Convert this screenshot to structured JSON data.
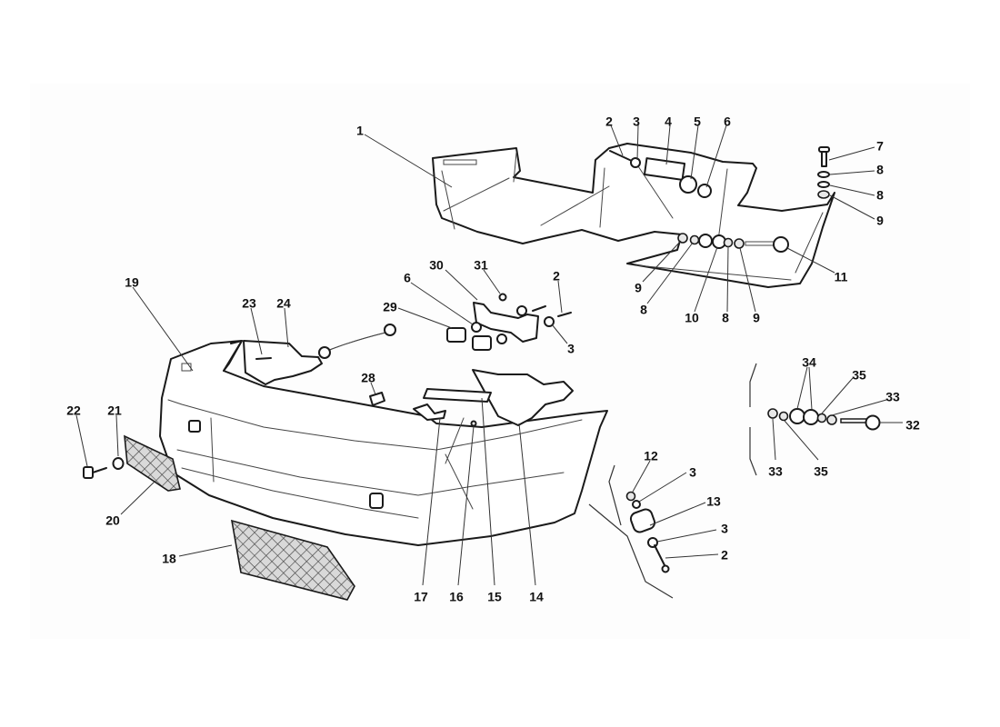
{
  "diagram": {
    "type": "exploded-parts-diagram",
    "subject": "Front bumper assembly",
    "colors": {
      "line": "#1a1a1a",
      "background": "#ffffff",
      "panel": "#fdfdfd",
      "mesh": "#555555"
    },
    "callouts": [
      {
        "id": "c1",
        "label": "1",
        "part": "undertray-panel"
      },
      {
        "id": "c2a",
        "label": "2",
        "part": "bolt"
      },
      {
        "id": "c3a",
        "label": "3",
        "part": "washer"
      },
      {
        "id": "c4",
        "label": "4",
        "part": "reinforcement-plate"
      },
      {
        "id": "c5",
        "label": "5",
        "part": "rubber-buffer"
      },
      {
        "id": "c6a",
        "label": "6",
        "part": "clip"
      },
      {
        "id": "c7",
        "label": "7",
        "part": "bolt"
      },
      {
        "id": "c8a",
        "label": "8",
        "part": "washer"
      },
      {
        "id": "c8b",
        "label": "8",
        "part": "washer"
      },
      {
        "id": "c9a",
        "label": "9",
        "part": "nut"
      },
      {
        "id": "c9b",
        "label": "9",
        "part": "nut"
      },
      {
        "id": "c8c",
        "label": "8",
        "part": "washer"
      },
      {
        "id": "c10",
        "label": "10",
        "part": "spacer"
      },
      {
        "id": "c8d",
        "label": "8",
        "part": "washer"
      },
      {
        "id": "c9c",
        "label": "9",
        "part": "nut"
      },
      {
        "id": "c11",
        "label": "11",
        "part": "screw"
      },
      {
        "id": "c30",
        "label": "30",
        "part": "bracket"
      },
      {
        "id": "c31",
        "label": "31",
        "part": "nut"
      },
      {
        "id": "c2b",
        "label": "2",
        "part": "bolt"
      },
      {
        "id": "c6b",
        "label": "6",
        "part": "clip"
      },
      {
        "id": "c29",
        "label": "29",
        "part": "rubber-mount"
      },
      {
        "id": "c3b",
        "label": "3",
        "part": "washer"
      },
      {
        "id": "c19",
        "label": "19",
        "part": "bumper-cover"
      },
      {
        "id": "c23",
        "label": "23",
        "part": "screw"
      },
      {
        "id": "c24",
        "label": "24",
        "part": "air-duct"
      },
      {
        "id": "c28",
        "label": "28",
        "part": "clip"
      },
      {
        "id": "c22",
        "label": "22",
        "part": "screw"
      },
      {
        "id": "c21",
        "label": "21",
        "part": "washer"
      },
      {
        "id": "c20",
        "label": "20",
        "part": "side-grille"
      },
      {
        "id": "c18",
        "label": "18",
        "part": "lower-grille"
      },
      {
        "id": "c17",
        "label": "17",
        "part": "bracket"
      },
      {
        "id": "c16",
        "label": "16",
        "part": "rivet"
      },
      {
        "id": "c15",
        "label": "15",
        "part": "seal"
      },
      {
        "id": "c14",
        "label": "14",
        "part": "air-duct"
      },
      {
        "id": "c34",
        "label": "34",
        "part": "spacer"
      },
      {
        "id": "c35a",
        "label": "35",
        "part": "washer"
      },
      {
        "id": "c33a",
        "label": "33",
        "part": "nut"
      },
      {
        "id": "c32",
        "label": "32",
        "part": "screw"
      },
      {
        "id": "c33b",
        "label": "33",
        "part": "nut"
      },
      {
        "id": "c35b",
        "label": "35",
        "part": "washer"
      },
      {
        "id": "c12",
        "label": "12",
        "part": "nut"
      },
      {
        "id": "c3c",
        "label": "3",
        "part": "washer"
      },
      {
        "id": "c13",
        "label": "13",
        "part": "rubber-buffer"
      },
      {
        "id": "c3d",
        "label": "3",
        "part": "washer"
      },
      {
        "id": "c2c",
        "label": "2",
        "part": "bolt"
      }
    ]
  }
}
